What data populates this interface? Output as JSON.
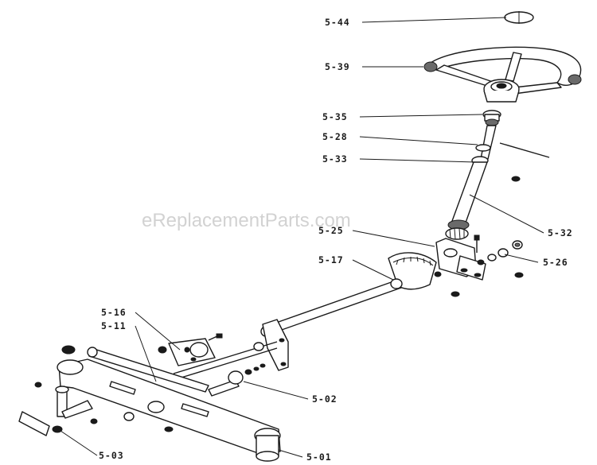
{
  "watermark": "eReplacementParts.com",
  "callouts": {
    "p5_44": "5-44",
    "p5_39": "5-39",
    "p5_35": "5-35",
    "p5_28": "5-28",
    "p5_33": "5-33",
    "p5_32": "5-32",
    "p5_25": "5-25",
    "p5_26": "5-26",
    "p5_17": "5-17",
    "p5_16": "5-16",
    "p5_11": "5-11",
    "p5_02": "5-02",
    "p5_03": "5-03",
    "p5_01": "5-01"
  }
}
